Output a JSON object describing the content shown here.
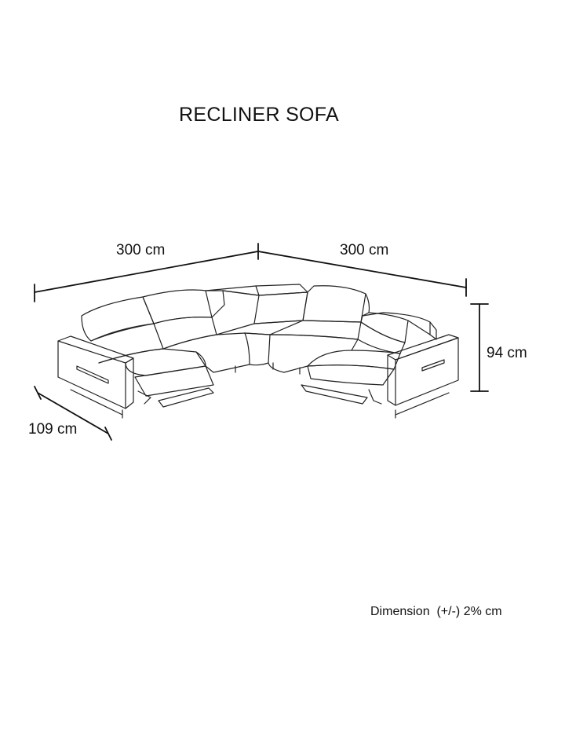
{
  "title": "RECLINER SOFA",
  "dimensions": {
    "left_width": "300 cm",
    "right_width": "300 cm",
    "height": "94 cm",
    "depth": "109 cm"
  },
  "note": "Dimension  (+/-) 2% cm"
}
